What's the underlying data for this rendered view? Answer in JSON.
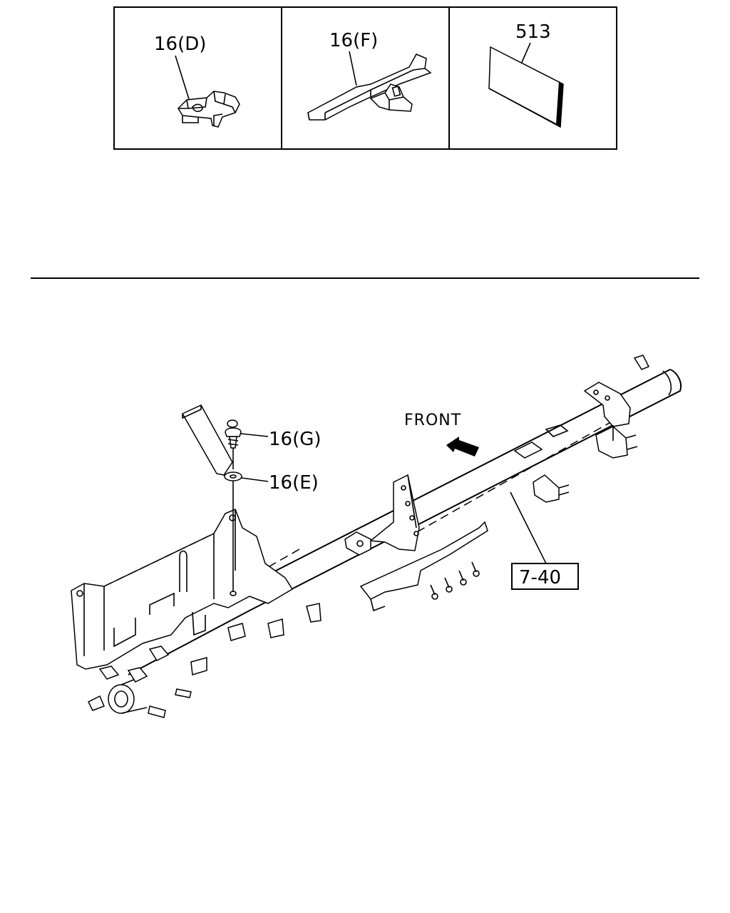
{
  "inset_panels": [
    {
      "label": "16(D)"
    },
    {
      "label": "16(F)"
    },
    {
      "label": "513"
    }
  ],
  "callouts": {
    "g": "16(G)",
    "e": "16(E)",
    "front": "FRONT",
    "ref": "7-40"
  }
}
